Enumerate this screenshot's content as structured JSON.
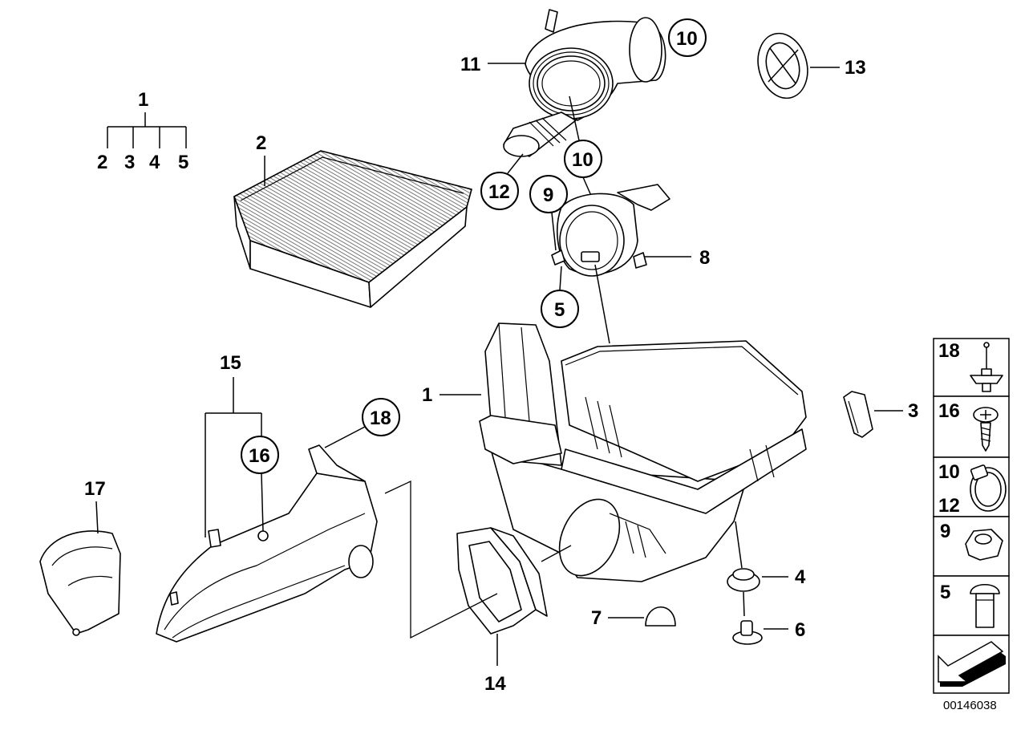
{
  "diagram_number": "00146038",
  "kit": {
    "parent": "1",
    "children": [
      "2",
      "3",
      "4",
      "5"
    ]
  },
  "callouts": {
    "c1": "1",
    "c2": "2",
    "c3": "3",
    "c4": "4",
    "c5": "5",
    "c6": "6",
    "c7": "7",
    "c8": "8",
    "c9": "9",
    "c10a": "10",
    "c10b": "10",
    "c11": "11",
    "c12": "12",
    "c13": "13",
    "c14": "14",
    "c15": "15",
    "c16": "16",
    "c17": "17",
    "c18": "18"
  },
  "sidebar": {
    "items": [
      {
        "label": "18",
        "icon": "push-rivet-icon"
      },
      {
        "label": "16",
        "icon": "screw-icon"
      },
      {
        "label_top": "10",
        "label_bottom": "12",
        "icon": "hose-clamp-icon"
      },
      {
        "label": "9",
        "icon": "hex-nut-icon"
      },
      {
        "label": "5",
        "icon": "bolt-icon"
      },
      {
        "label": "",
        "icon": "direction-arrow-icon"
      }
    ]
  }
}
